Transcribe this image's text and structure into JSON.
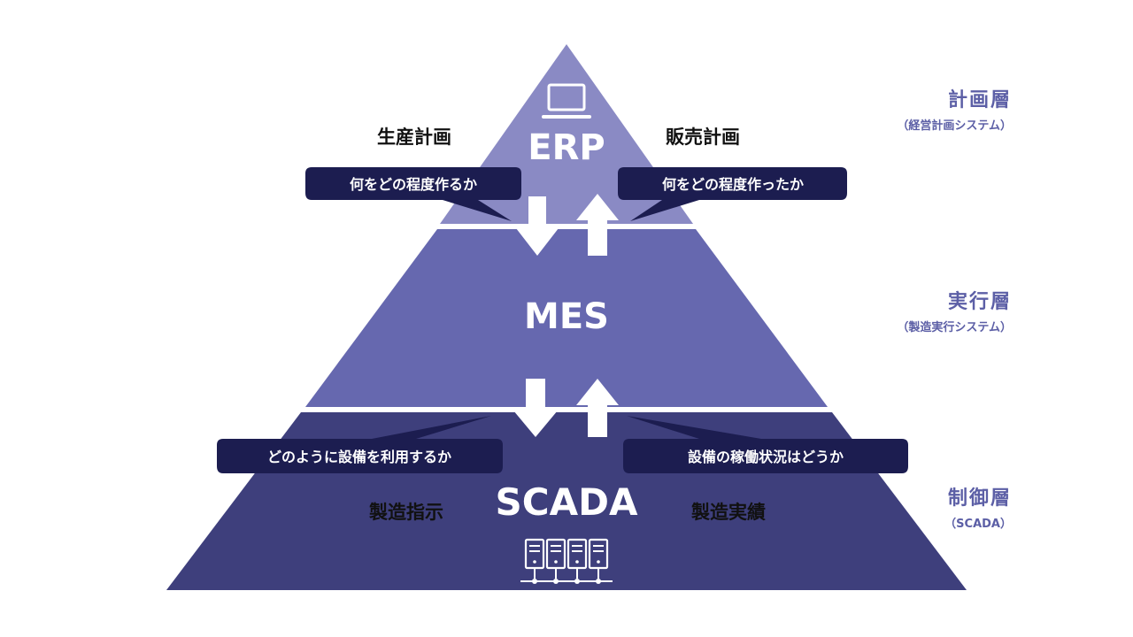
{
  "layers": {
    "erp": {
      "name": "ERP",
      "fill": "#8a8ac4"
    },
    "mes": {
      "name": "MES",
      "fill": "#6668af"
    },
    "scada": {
      "name": "SCADA",
      "fill": "#3e3f7c"
    }
  },
  "side_labels": {
    "planning": {
      "title": "計画層",
      "subtitle": "（経営計画システム）"
    },
    "execution": {
      "title": "実行層",
      "subtitle": "（製造実行システム）"
    },
    "control": {
      "title": "制御層",
      "subtitle": "（SCADA）"
    }
  },
  "flows": {
    "production_plan": "生産計画",
    "sales_plan": "販売計画",
    "manufacturing_instruction": "製造指示",
    "manufacturing_results": "製造実績"
  },
  "callouts": {
    "top_left": "何をどの程度作るか",
    "top_right": "何をどの程度作ったか",
    "bottom_left": "どのように設備を利用するか",
    "bottom_right": "設備の稼働状況はどうか"
  },
  "colors": {
    "callout_bg": "#1c1d50",
    "side_label": "#5c5fa6",
    "separator": "#ffffff",
    "arrow": "#ffffff"
  },
  "icons": {
    "top": "laptop-icon",
    "bottom": "server-rack-icon"
  }
}
